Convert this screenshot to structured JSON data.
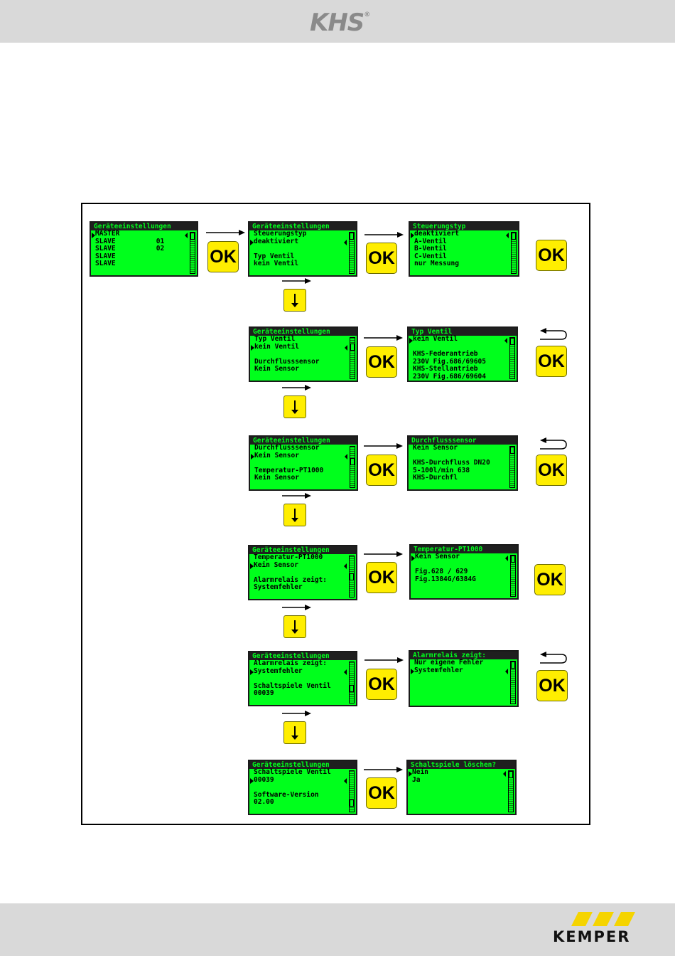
{
  "header": {
    "brand": "KHS",
    "registered_mark": "®"
  },
  "footer": {
    "brand": "KEMPER",
    "stripe_color": "#f5d400"
  },
  "colors": {
    "lcd_green": "#00ff1c",
    "button_yellow": "#ffee00",
    "bar_gray": "#d9d9d9"
  },
  "button": {
    "ok_label": "OK"
  },
  "screens": {
    "s1": {
      "title": "Geräteeinstellungen",
      "lines": [
        "MASTER",
        "SLAVE          01",
        "SLAVE          02",
        "SLAVE",
        "SLAVE"
      ]
    },
    "s2": {
      "title": "Geräteeinstellungen",
      "lines": [
        "Steuerungstyp",
        "deaktiviert",
        "",
        "Typ Ventil",
        "kein Ventil"
      ]
    },
    "s3": {
      "title": "Steuerungstyp",
      "lines": [
        "deaktiviert",
        "A-Ventil",
        "B-Ventil",
        "C-Ventil",
        "nur Messung"
      ]
    },
    "s4": {
      "title": "Geräteeinstellungen",
      "lines": [
        "Typ Ventil",
        "kein Ventil",
        "",
        "Durchflusssensor",
        "Kein Sensor"
      ]
    },
    "s5": {
      "title": "Typ Ventil",
      "lines": [
        "kein Ventil",
        "",
        "KHS-Federantrieb",
        "230V Fig.686/69605",
        "KHS-Stellantrieb",
        "230V Fig.686/69604"
      ]
    },
    "s6": {
      "title": "Geräteeinstellungen",
      "lines": [
        "Durchflusssensor",
        "Kein Sensor",
        "",
        "Temperatur-PT1000",
        "Kein Sensor"
      ]
    },
    "s7": {
      "title": "Durchflusssensor",
      "lines": [
        "Kein Sensor",
        "",
        "KHS-Durchfluss DN20",
        "5-100l/min 638",
        "KHS-Durchfl"
      ]
    },
    "s8": {
      "title": "Geräteeinstellungen",
      "lines": [
        "Temperatur-PT1000",
        "Kein Sensor",
        "",
        "Alarmrelais zeigt:",
        "Systemfehler"
      ]
    },
    "s9": {
      "title": "Temperatur-PT1000",
      "lines": [
        "Kein Sensor",
        "",
        "Fig.628 / 629",
        "Fig.1384G/6384G"
      ]
    },
    "s10": {
      "title": "Geräteeinstellungen",
      "lines": [
        "Alarmrelais zeigt:",
        "Systemfehler",
        "",
        "Schaltspiele Ventil",
        "00039"
      ]
    },
    "s11": {
      "title": "Alarmrelais zeigt:",
      "lines": [
        "Nur eigene Fehler",
        "Systemfehler"
      ]
    },
    "s12": {
      "title": "Geräteeinstellungen",
      "lines": [
        "Schaltspiele Ventil",
        "00039",
        "",
        "Software-Version",
        "02.00"
      ]
    },
    "s13": {
      "title": "Schaltspiele löschen?",
      "lines": [
        "Nein",
        "Ja"
      ]
    }
  }
}
